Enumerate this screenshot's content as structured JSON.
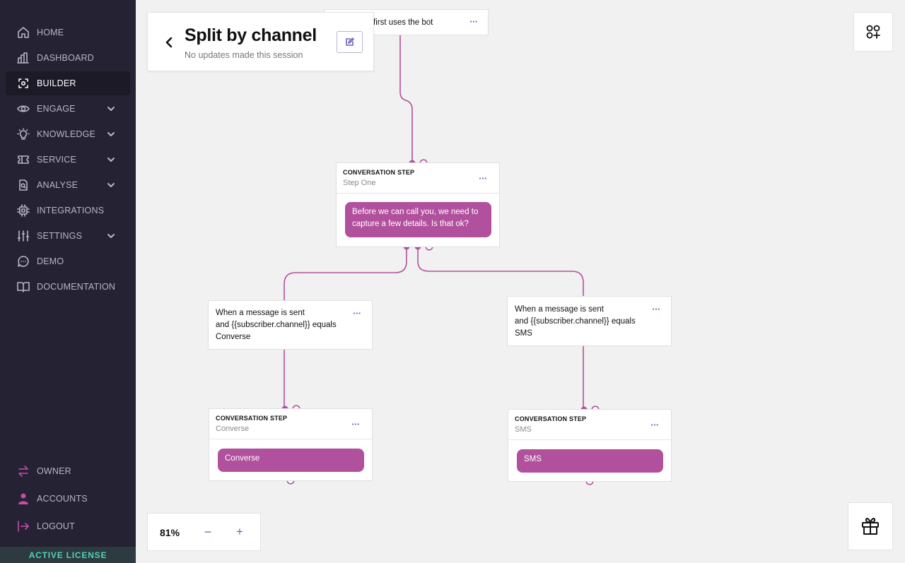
{
  "sidebar": {
    "items": [
      {
        "label": "HOME",
        "icon": "home-icon"
      },
      {
        "label": "DASHBOARD",
        "icon": "bar-chart-icon"
      },
      {
        "label": "BUILDER",
        "icon": "builder-icon",
        "active": true
      },
      {
        "label": "ENGAGE",
        "icon": "eye-icon",
        "expandable": true
      },
      {
        "label": "KNOWLEDGE",
        "icon": "lightbulb-icon",
        "expandable": true
      },
      {
        "label": "SERVICE",
        "icon": "ticket-icon",
        "expandable": true
      },
      {
        "label": "ANALYSE",
        "icon": "magnify-document-icon",
        "expandable": true
      },
      {
        "label": "INTEGRATIONS",
        "icon": "chip-icon"
      },
      {
        "label": "SETTINGS",
        "icon": "sliders-icon",
        "expandable": true
      },
      {
        "label": "DEMO",
        "icon": "chat-bubble-icon"
      },
      {
        "label": "DOCUMENTATION",
        "icon": "book-icon"
      }
    ],
    "bottom_items": [
      {
        "label": "OWNER",
        "icon": "swap-arrows-icon"
      },
      {
        "label": "ACCOUNTS",
        "icon": "user-icon"
      },
      {
        "label": "LOGOUT",
        "icon": "logout-icon"
      }
    ],
    "license_label": "ACTIVE LICENSE"
  },
  "header": {
    "title": "Split by channel",
    "subtitle": "No updates made this session"
  },
  "flow": {
    "trigger": {
      "text": "first uses the bot"
    },
    "steps": [
      {
        "type": "CONVERSATION STEP",
        "name": "Step One",
        "message": "Before we can call you, we need to capture a few details. Is that ok?"
      },
      {
        "type": "CONVERSATION STEP",
        "name": "Converse",
        "message": "Converse"
      },
      {
        "type": "CONVERSATION STEP",
        "name": "SMS",
        "message": "SMS"
      }
    ],
    "conditions": [
      {
        "line1": "When a message is sent",
        "line2": "and {{subscriber.channel}} equals",
        "line3": "Converse"
      },
      {
        "line1": "When a message is sent",
        "line2": "and {{subscriber.channel}} equals",
        "line3": "SMS"
      }
    ],
    "more_label": "···"
  },
  "zoom": {
    "level": "81%",
    "out_label": "−",
    "in_label": "+"
  },
  "colors": {
    "sidebar_bg": "#252233",
    "accent_pink": "#b1509d",
    "connector": "#b4509c",
    "accent_purple": "#6f61b8",
    "license_text": "#4fd1b8"
  }
}
